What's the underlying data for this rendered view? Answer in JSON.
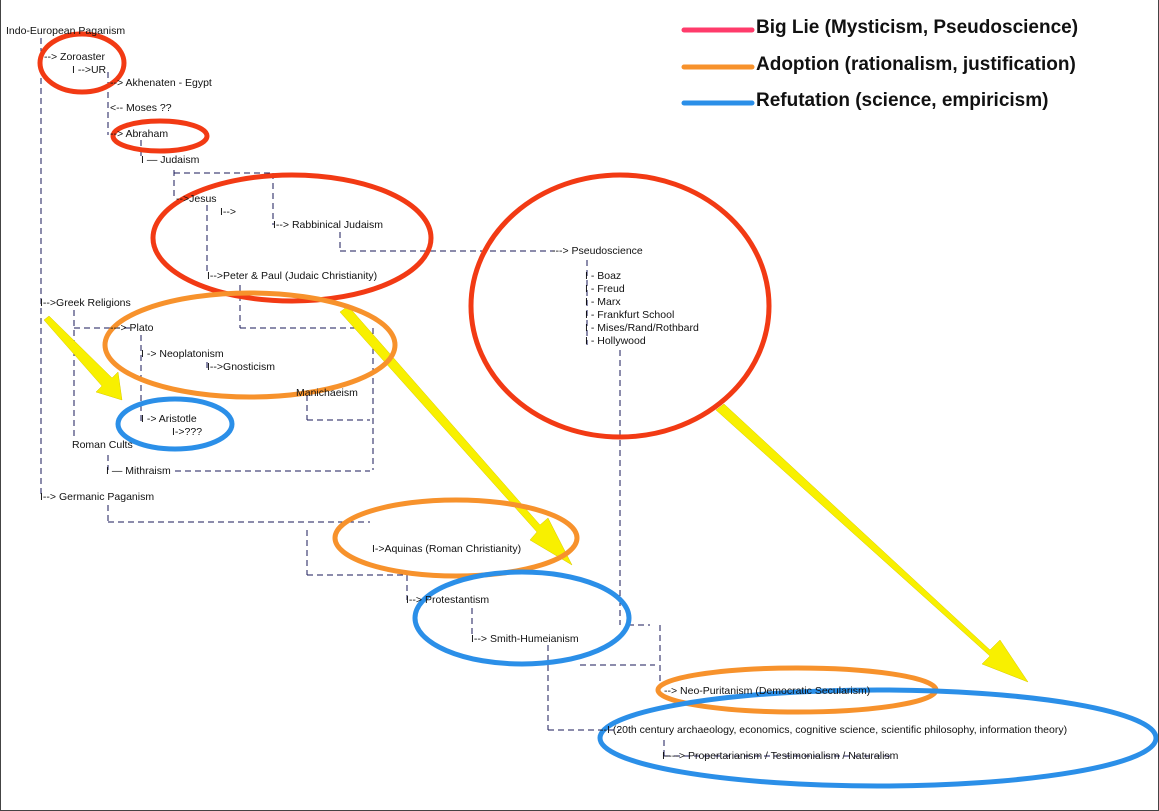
{
  "legend": [
    {
      "label": "Big Lie  (Mysticism, Pseudoscience)",
      "color": "#ff3b6b"
    },
    {
      "label": "Adoption (rationalism, justification)",
      "color": "#f7922c"
    },
    {
      "label": "Refutation (science, empiricism)",
      "color": "#2b8fe8"
    }
  ],
  "colors": {
    "big_lie": "#f23a14",
    "adoption": "#f7922c",
    "refutation": "#2b8fe8",
    "arrow": "#f8f000",
    "line": "#1a1a5a"
  },
  "nodes": {
    "indo_european": "Indo-European Paganism",
    "zoroaster": "--> Zoroaster",
    "ur": "I -->UR",
    "akhenaten": "--> Akhenaten - Egypt",
    "moses": "<-- Moses ??",
    "abraham": "--> Abraham",
    "judaism": "I — Judaism",
    "jesus": "-->Jesus",
    "jesus_arrow": "I-->",
    "rabbinical": "I--> Rabbinical Judaism",
    "pseudoscience": "---> Pseudoscience",
    "boaz": "I - Boaz",
    "freud": "I - Freud",
    "marx": "I - Marx",
    "frankfurt": "I - Frankfurt School",
    "mises": "I - Mises/Rand/Rothbard",
    "hollywood": "I - Hollywood",
    "peter_paul": "I-->Peter & Paul (Judaic Christianity)",
    "greek": "I-->Greek Religions",
    "plato": "---> Plato",
    "neoplatonism": "I -> Neoplatonism",
    "gnosticism": "I-->Gnosticism",
    "manichaeism": "Manichaeism",
    "aristotle": "I -> Aristotle",
    "aristotle_q": "I->???",
    "roman_cults": "Roman Cults",
    "mithraism": "I — Mithraism",
    "germanic": "I--> Germanic Paganism",
    "aquinas": "I->Aquinas (Roman Christianity)",
    "protestantism": "I--> Protestantism",
    "smith_hume": "I--> Smith-Humeianism",
    "neo_puritanism": "--> Neo-Puritanism (Democratic Secularism)",
    "twentieth": "--I (20th century archaeology, economics, cognitive science, scientific philosophy, information theory)",
    "propertarianism": "I----> Propertarianism / Testimonialism / Naturalism"
  }
}
